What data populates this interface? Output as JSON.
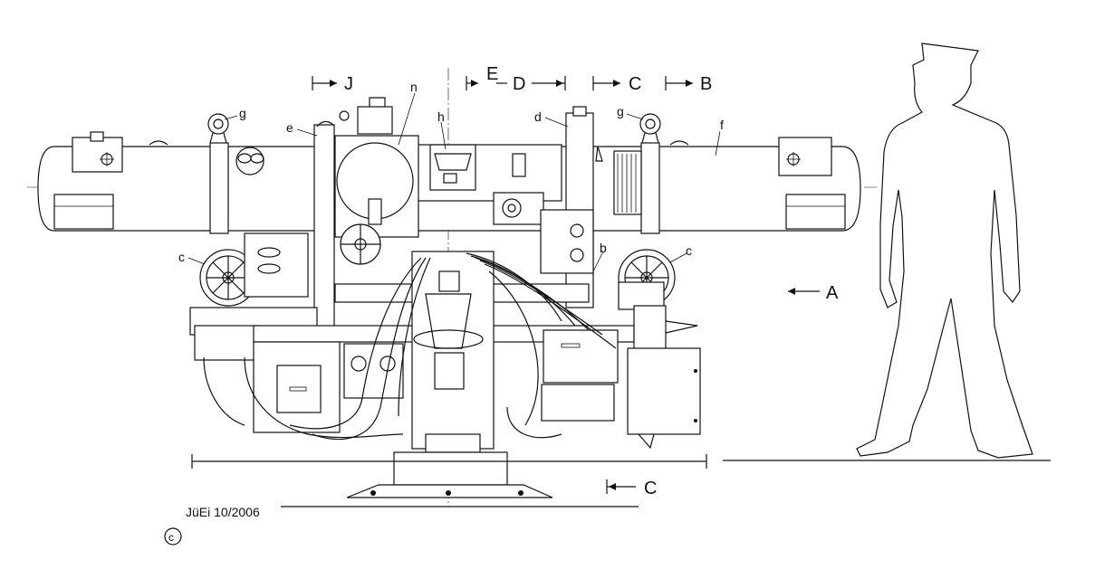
{
  "section_marks": {
    "j": "J",
    "e": "E",
    "d": "D",
    "c_top": "C",
    "b": "B",
    "a": "A",
    "c_bottom": "C"
  },
  "part_labels": {
    "g_left": "g",
    "e": "e",
    "n": "n",
    "h": "h",
    "d": "d",
    "g_right": "g",
    "f": "f",
    "c_left": "c",
    "c_right": "c",
    "b": "b"
  },
  "signature": "JüEi 10/2006",
  "copyright": "c"
}
